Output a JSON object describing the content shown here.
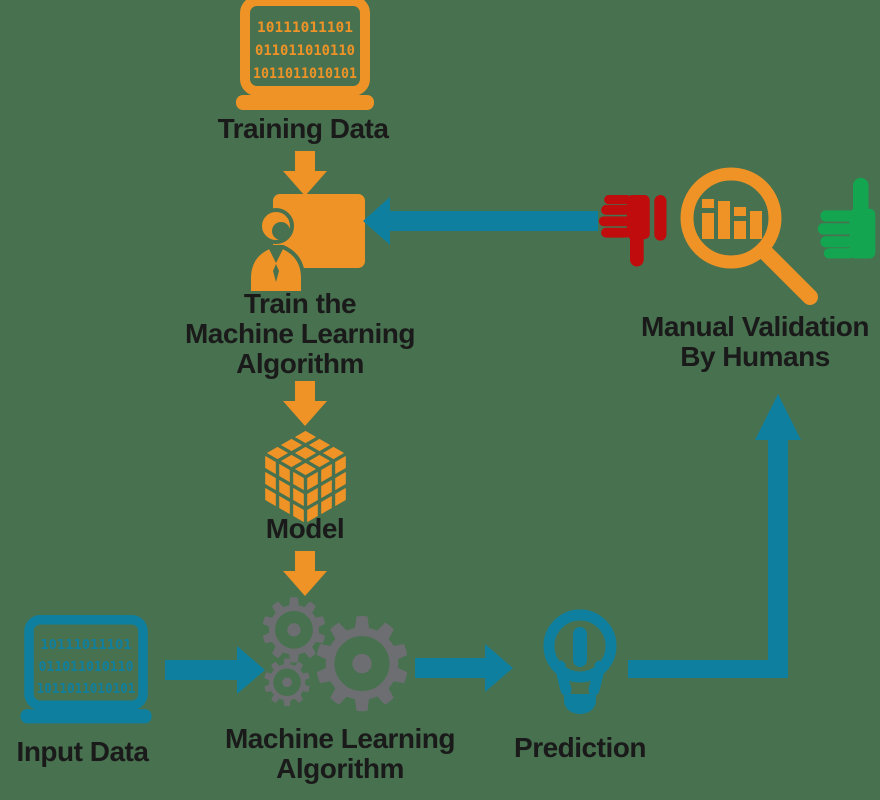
{
  "background": "#47714F",
  "colors": {
    "orange": "#EF9327",
    "blue": "#0F7FA0",
    "red": "#C00C0C",
    "green": "#13A550",
    "gray": "#6D6E71",
    "text": "#1A1A1A"
  },
  "nodes": {
    "training_data": {
      "label": "Training Data",
      "binary_rows": [
        "10111011101",
        "011011010110",
        "1011011010101"
      ]
    },
    "train": {
      "lines": [
        "Train the",
        "Machine Learning",
        "Algorithm"
      ]
    },
    "model": {
      "label": "Model"
    },
    "ml_algorithm": {
      "lines": [
        "Machine Learning",
        "Algorithm"
      ]
    },
    "input_data": {
      "label": "Input Data",
      "binary_rows": [
        "10111011101",
        "011011010110",
        "1011011010101"
      ]
    },
    "prediction": {
      "label": "Prediction"
    },
    "validation": {
      "lines": [
        "Manual Validation",
        "By Humans"
      ]
    }
  },
  "icons": {
    "gear_glyph": "⚙"
  }
}
